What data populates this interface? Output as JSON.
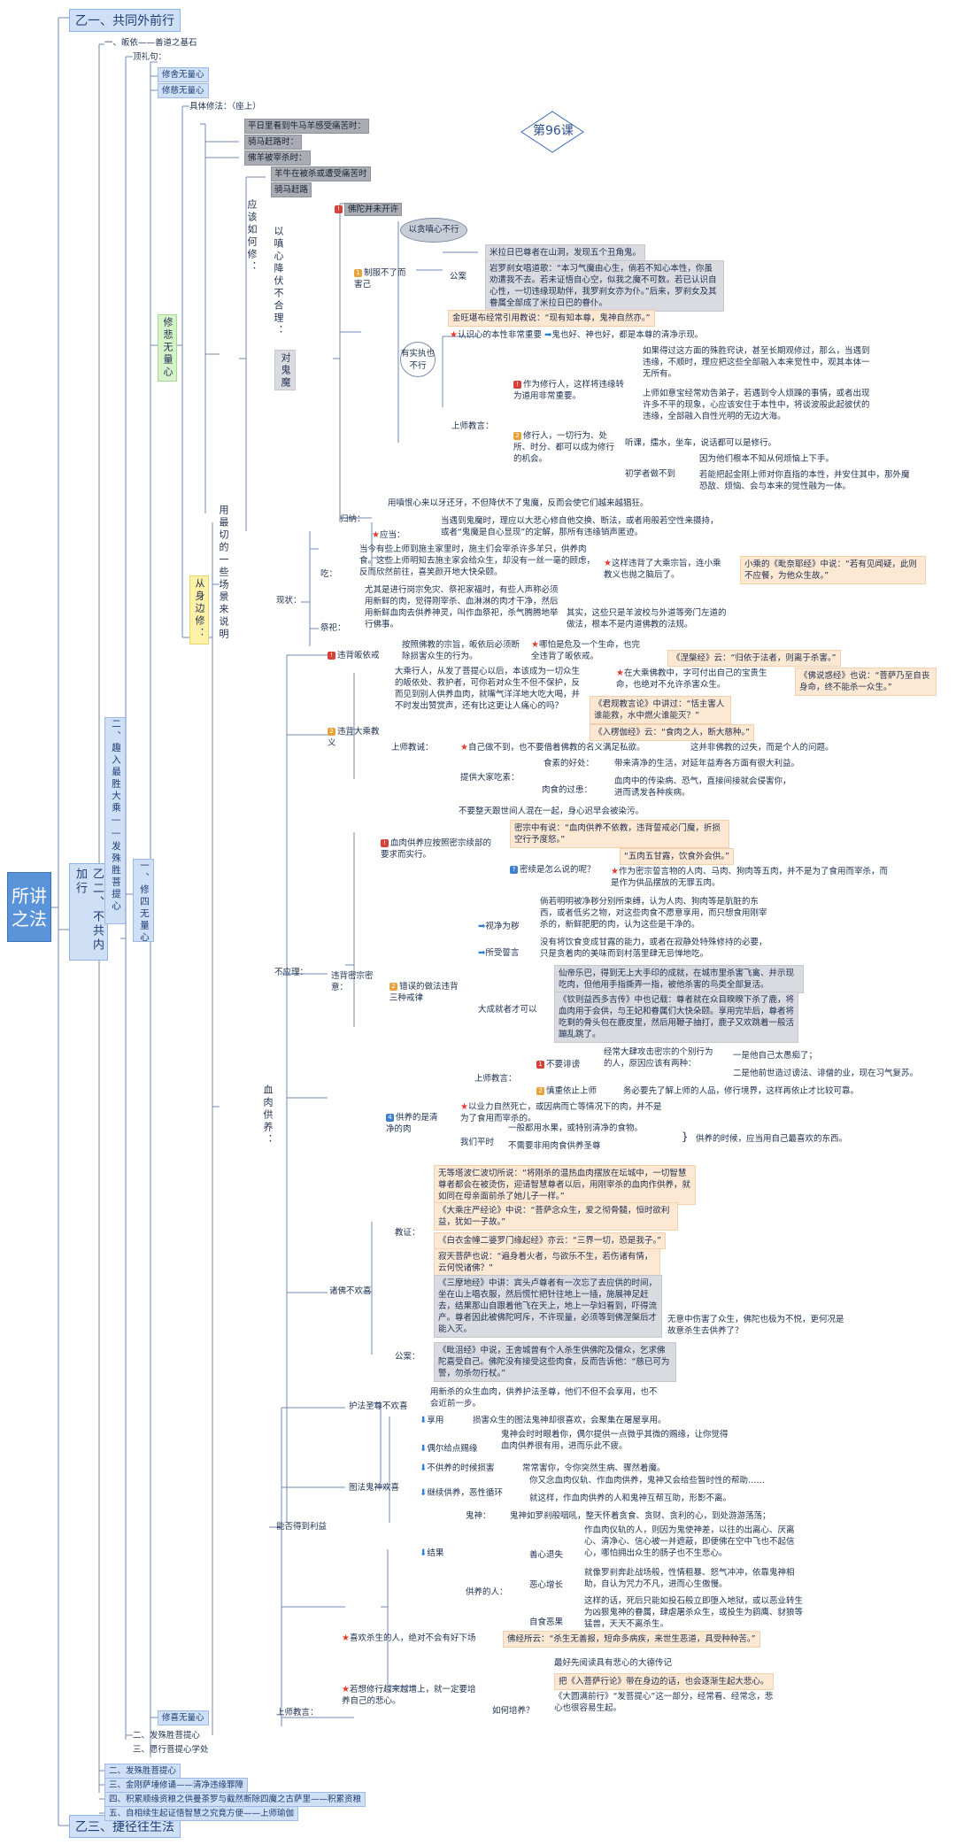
{
  "root": "所讲之法",
  "lesson": "第96课",
  "sec_common": "乙一、共同外前行",
  "sec_uncommon": "乙二、不共内加行",
  "sec_shortcut": "乙三、捷径往生法",
  "uncommon_children": {
    "c1": "一、皈依——善道之基石",
    "c2": "二、发殊胜菩提心",
    "c3": "三、金刚萨埵修诵——清净违缘罪障",
    "c4": "四、积累顺缘资粮之供曼茶罗与截然断除四魔之古萨里——积累资粮",
    "c5": "五、自相续生起证悟智慧之究竟方便——上师瑜伽"
  },
  "bodhi": "二、趣入最胜大乘——发殊胜菩提心",
  "bodhi_children": {
    "a": "一、修四无量心",
    "b": "二、发殊胜菩提心",
    "c": "三、愿行菩提心学处"
  },
  "four": {
    "n1": "顶礼句：",
    "n2": "修舍无量心",
    "n3": "修慈无量心",
    "n4": "修悲无量心",
    "n5": "修喜无量心"
  },
  "compassion": {
    "method": "具体修法：（座上）",
    "m1": "平日里看到牛马羊感受痛苦时：",
    "m2": "骑马赶路时：",
    "m3": "佛羊被宰杀时：",
    "m4": "羊牛在被杀或遭受痛苦时",
    "m5": "骑马赶路",
    "how": "应该如何修：",
    "use": "用最切的一些场景来说明",
    "edge": "从身边修："
  },
  "ghost": {
    "label": "对鬼魔",
    "compassion": "以嗔心降伏不合理：",
    "buddha": "佛陀并未开许",
    "restrain": "制服不了而害己",
    "hate": "以贪嗔心不行",
    "mercy": "有实执也不行",
    "case_label": "公案",
    "case1": "米拉日巴尊者在山洞，发现五个丑角鬼。",
    "case2": "岩罗刹女唱道歌：“本习气魔由心生，倘若不知心本性，你虽劝遣我不去。若未证悟自心空，似我之魔不可数。若已认识自心性，一切违缘现助伴，我罗刹女亦为仆。”后来，罗刹女及其眷属全部成了米拉日巴的眷仆。",
    "jin": "金旺堪布经常引用教说：“现有知本尊，鬼神自然亦。”",
    "nature": "认识心的本性非常重要",
    "nature2": "鬼也好、神也好，都是本尊的清净示现。",
    "guru": "上师教言：",
    "g1": "作为修行人，这样将违缘转为道用非常重要。",
    "g1a": "如果得过这方面的殊胜窍诀，甚至长期观修过，那么，当遇到违缘，不顺时，理应把这些全部融入本来觉性中，观其本体一无所有。",
    "g1b": "上师如意宝经常劝告弟子，若遇到令人烦躁的事情，或者出现许多不平的现象，心应该安住于本性中，将谈波般此起彼伏的违缘，全部融入自性光明的无边大海。",
    "g2": "修行人，一切行为、处所、时分、都可以成为修行的机会。",
    "g2a": "听课，擂水，坐车，说话都可以是修行。",
    "beg": "初学者做不到",
    "beg1": "因为他们根本不知从何烦恼上下手。",
    "beg2": "若能把起金刚上师对你直指的本性，并安住其中，那外魔恐敌、烦恼、会与本来的觉性融为一体。",
    "summary": "归纳：",
    "s1": "用嗔恨心来以牙还牙，不但降伏不了鬼魔，反而会使它们越来越猖狂。",
    "should": "应当：",
    "s2": "当遇到鬼魔时，理应以大悲心修自他交换、断法，或者用般若空性来摄持，或者“鬼魔是自心显现”的定解，那所有违缘销声匿迹。"
  },
  "meat": {
    "now": "现状：",
    "eat": "吃：",
    "eat1": "当今有些上师到施主家里时，施主们会宰杀许多羊只，供养肉食。这些上师明知去施主家会给众生，却没有一丝一毫的顾虑，反而欣然前往，喜笑颜开地大快朵颐。",
    "sinful": "这样违背了大乘宗旨，连小乘教义也抛之脑后了。",
    "sutra1": "小乘的《毗奈耶经》中说：“若有见闻疑，此则不应餐，为他众生故。”",
    "sacrifice": "祭祀：",
    "sac1": "尤其是进行岗宗免灾、祭祀家福时，有些人声称必须用新鲜的肉，觉得刚宰杀、血淋淋的肉才干净，然后用新鲜血肉去供养神灵，叫作血祭祀，杀气腾腾地举行佛事。",
    "sac2": "其实，这些只是羊波校与外道等旁门左道的做法，根本不是内道佛教的法规。",
    "not": "不应理：",
    "v1": "违背皈依戒",
    "v1a": "按照佛教的宗旨，皈依后必须断除损害众生的行为。",
    "v1b": "哪怕是危及一个生命，也完全违背了皈依戒。",
    "v1c": "《涅槃经》云：“归依于法者，则离于杀害。”",
    "v2": "违背大乘教义",
    "v2a": "大乘行人，从发了菩提心以后，本该成为一切众生的皈依处、救护者，可你若对众生不但不保护，反而见到别人供养血肉，就嘴气洋洋地大吃大喝，并不时发出赞赏声，还有比这更让人痛心的吗？",
    "v2b": "在大乘佛教中，字可付出自己的宝贵生命，也绝对不允许杀害众生。",
    "v2c": "《佛说惑经》也说：“菩萨乃至自丧身命，终不能杀一众生。”",
    "v2d": "《君规教言论》中讲过：“恬主害人谁能救，水中燃火谁能灭？”",
    "v2e": "《入楞伽经》云：“食肉之人，断大慈种。”",
    "p2": "上师教诫：",
    "p2a": "自己做不到，也不要借着佛教的名义满足私欲。",
    "p2b": "这并非佛教的过失，而是个人的问题。",
    "p2c": "提供大家吃素：",
    "p2d": "食素的好处：",
    "p2e": "带来清净的生活，对延年益寿各方面有很大利益。",
    "p2f": "肉食的过患：",
    "p2g": "血肉中的传染病、恐气，直接间接就会侵害你，进而诱发各种疾病。",
    "p2h": "不要整天跟世间人混在一起，身心迟早会被染污。",
    "v3": "违背密宗密意：",
    "v3a": "血肉供养应按照密宗续部的要求而实行。",
    "v3b": "密宗中有说：“血肉供养不依教，违背誓戒必门魔，折损空行予度怒。”",
    "v3c": "密续是怎么说的呢？",
    "v3d": "“五肉五甘露，饮食外会供。”",
    "v3e": "作为密宗誓言物的人肉、马肉、狗肉等五肉，并不是为了食用而宰杀，而是作为供品摆放的无罪五肉。",
    "v3f": "错误的做法违背三种戒律",
    "v3g": "视净为秽",
    "v3h": "倘若明明被净秽分别所束缚，认为人肉、狗肉等是肮脏的东西，或者低劣之物，对这些肉食不愿意享用，而只想食用刚宰杀的，新鲜肥肥的肉，认为这些是干净的。",
    "v3i": "所受誓言",
    "v3j": "没有将饮食变成甘露的能力，或者在寂静处特殊修持的必要，只是贪着肉的美味而到村落里肆无忌惮地吃。",
    "v3k": "大成就者才可以",
    "v3l": "仙帝乐巴，得到无上大手印的成就，在城市里杀害飞禽、并示现吃肉，但他用手指撕弄一指，被他杀害的鸟类全部复活。",
    "v3m": "《钦则益西多吉传》中也记载：尊者就在众目睽睽下杀了鹿，将血肉用于会供，与王妃和眷属们大快朵颐。享用完毕后，尊者将吃剩的骨头包在鹿皮里，然后用鞭子抽打，鹿子又欢跳着一般活蹦乱跳了。",
    "v3n": "上师教言：",
    "v3o": "不要诽谤",
    "v3p": "经常大肆攻击密宗的个别行为的人，原因应该有两种：",
    "v3q": "一是他自己太愚痴了；",
    "v3r": "二是他前世造过谤法、诽僧的业，现在习气复苏。",
    "v3s": "慎重依止上师",
    "v3t": "务必要先了解上师的人品，修行境界，这样再依止才比较可靠。",
    "v4": "供养的是清净的肉",
    "v4a": "以业力自然死亡，或因病而亡等情况下的肉，并不是为了食用而宰杀的。",
    "v4b": "我们平时",
    "v4c": "一般都用水果，或特别清净的食物。",
    "v4d": "不需要非用肉食供养圣尊",
    "v4e": "供养的时候，应当用自己最喜欢的东西。",
    "please": "诸佛不欢喜",
    "teach": "教证：",
    "t1": "无等塔波仁波切所说：“将刚杀的温热血肉摆放在坛城中，一切智慧尊者都会在被烫伤，迎请智慧尊者以后，用刚宰杀的血肉作供养，就如同在母亲面前杀了她儿子一样。”",
    "t2": "《大乘庄严经论》中说：“菩萨念众生，爱之彻骨髓，恒时欲利益，犹如一子故。”",
    "t3": "《白衣金幢二婆罗门缘起经》亦云：“三界一切，恐是我子。”",
    "t4": "寂天菩萨也说：“遍身着火者，与欲乐不生，若伤诸有情，云何悦诸佛？”",
    "case": "公案：",
    "k1": "《三摩地经》中讲：宾头卢尊者有一次忘了去应供的时间，坐在山上唱衣服，然后慌忙把针往地上一插，施展神足赶去，结果那山自跟着他飞在天上，地上一孕妇看到，吓得流产。尊者因此被佛陀呵斥，不许现量，必须等到佛涅槃后才能入灭。",
    "k1b": "无意中伤害了众生，佛陀也极为不悦，更何况是故意杀生去供养了？",
    "k2": "《毗沮经》中说，王舍城曾有个人杀生供佛陀及僧众，乞求佛陀嘉受自己。佛陀没有接受这些肉食，反而告诉他：“慈已可为警，勿杀勿行杖。”",
    "gain": "能否得到利益",
    "pro": "护法圣尊不欢喜",
    "pro1": "用新杀的众生血肉，供养护法圣尊，他们不但不会享用，也不会近前一步。",
    "ghost2": "图法鬼神欢喜",
    "gg1": "享用",
    "gg1a": "损害众生的图法鬼神却很喜欢，会聚集在屠屋享用。",
    "gg2": "偶尔给点赐缘",
    "gg2a": "鬼神会时时眼着你，偶尔提供一点微乎其微的赐缘，让你觉得血肉供养很有用，进而乐此不疲。",
    "gg3": "不供养的时候损害",
    "gg3a": "常常害你，令你突然生病、骤然着魔。",
    "gg4": "继续供养，恶性循环",
    "gg4a": "你又念血肉仪轨、作血肉供养，鬼神又会给些暂时性的帮助……",
    "gg4b": "就这样，作血肉供养的人和鬼神互帮互助，形影不离。",
    "res": "结果",
    "ghostv": "鬼神：",
    "ghostv1": "鬼神如罗刹般咽吼，整天怀着贪食、贪财、贪利的心，到处游游荡荡；",
    "offerer": "供养的人：",
    "good": "善心退失",
    "good1": "作血肉仪轨的人，则因为鬼使神差，以往的出离心、厌离心、清净心、信心被一并遮蔽，即便佛在空中飞也不起信心，哪怕拥出众生的肠子也不生悲心。",
    "evil": "恶心增长",
    "evil1": "就像罗刹奔赴战场般，性情粗暴、怒气冲冲，依靠鬼神相助，自认为咒力不凡，进而心生傲慢。",
    "self": "自食恶果",
    "self1": "这样的话，死后只能如投石般立即堕入地狱，或以恶业转生为凶狠鬼神的眷属，肆虐屠杀众生，或投生为鹞鹰、豺狼等猛兽，天天不离杀生。",
    "likes": "喜欢杀生的人，绝对不会有好下场",
    "likes1": "佛经所云：“杀生无善报，短命多病疾，来世生恶道，具受种种苦。”",
    "gurul": "上师教言：",
    "gl1": "若想修行越来越增上，就一定要培养自己的悲心。",
    "gl2": "如何培养？",
    "gl2a": "最好先阅读具有悲心的大德传记",
    "gl2b": "把《入菩萨行论》带在身边的话，也会逐渐生起大悲心。",
    "gl2c": "《大圆满前行》“发菩提心”这一部分，经常看、经常念，悲心也很容易生起。"
  }
}
